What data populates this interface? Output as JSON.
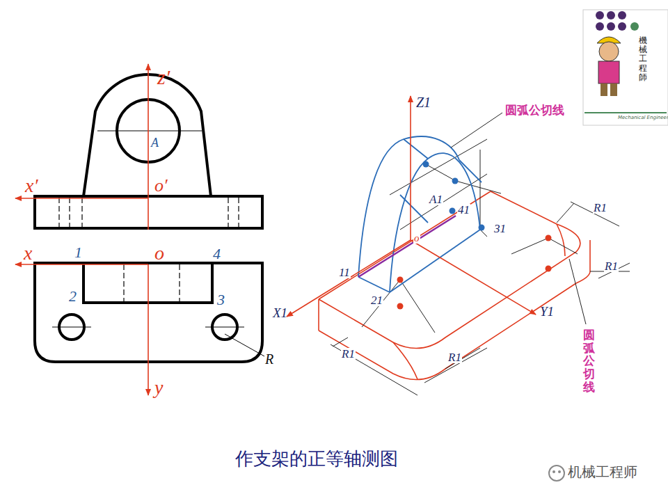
{
  "diagram": {
    "title": "作支架的正等轴测图",
    "labels": [
      "z′",
      "A",
      "x′",
      "o′",
      "x",
      "1",
      "o",
      "4",
      "2",
      "3",
      "R",
      "y",
      "Z1",
      "圆弧公切线",
      "A1",
      "41",
      "31",
      "11",
      "21",
      "X1",
      "Y1",
      "o",
      "R1",
      "R1",
      "R1",
      "R1",
      "圆弧公切线",
      "機械工程師",
      "Mechanical Engineer",
      "机械工程师"
    ]
  }
}
